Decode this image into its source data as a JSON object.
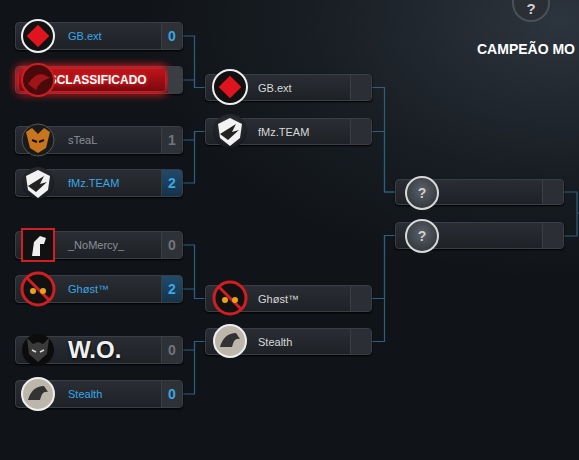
{
  "diagram": {
    "nodes": [
      {
        "text": [
          "GB.ext",
          "0"
        ]
      },
      {
        "text": [
          "DESCLASSIFICADO"
        ]
      },
      {
        "text": [
          "sTeaL",
          "1"
        ]
      },
      {
        "text": [
          "fMz.TEAM",
          "2"
        ]
      },
      {
        "text": [
          "_NoMercy_",
          "0"
        ]
      },
      {
        "text": [
          "Ghøst™",
          "2"
        ]
      },
      {
        "text": [
          "W.O.",
          "0"
        ]
      },
      {
        "text": [
          "Stealth",
          "0"
        ]
      },
      {
        "text": [
          "GB.ext"
        ]
      },
      {
        "text": [
          "fMz.TEAM"
        ]
      },
      {
        "text": [
          "Ghøst™"
        ]
      },
      {
        "text": [
          "Stealth"
        ]
      },
      {
        "text": [
          "?"
        ]
      },
      {
        "text": [
          "?"
        ]
      },
      {
        "text": [
          "?"
        ]
      }
    ],
    "edges": [
      {
        "from": 0,
        "to": 8,
        "arrow": "none"
      },
      {
        "from": 1,
        "to": 8,
        "arrow": "none"
      },
      {
        "from": 2,
        "to": 9,
        "arrow": "none"
      },
      {
        "from": 3,
        "to": 9,
        "arrow": "none"
      },
      {
        "from": 4,
        "to": 10,
        "arrow": "none"
      },
      {
        "from": 5,
        "to": 10,
        "arrow": "none"
      },
      {
        "from": 6,
        "to": 11,
        "arrow": "none"
      },
      {
        "from": 7,
        "to": 11,
        "arrow": "none"
      },
      {
        "from": 8,
        "to": 12,
        "arrow": "none"
      },
      {
        "from": 9,
        "to": 12,
        "arrow": "none"
      },
      {
        "from": 10,
        "to": 13,
        "arrow": "none"
      },
      {
        "from": 11,
        "to": 13,
        "arrow": "none"
      }
    ],
    "labels": [
      "CAMPEÃO MO"
    ]
  }
}
